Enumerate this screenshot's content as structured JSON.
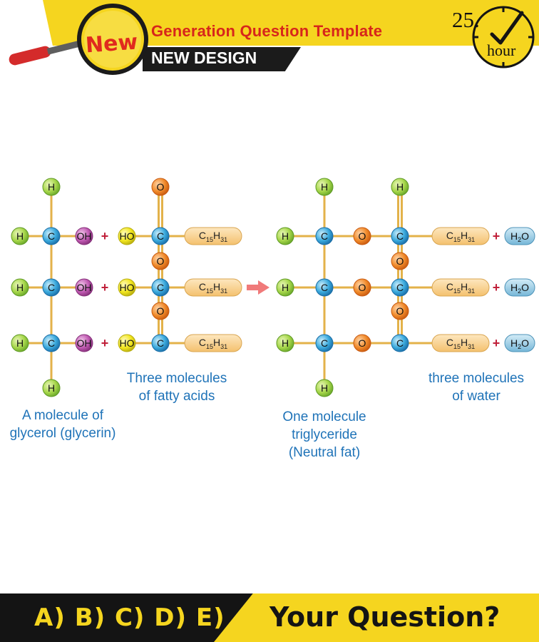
{
  "header": {
    "badge": "New",
    "title": "Generation Question Template",
    "subtitle": "NEW DESIGN",
    "clock_number": "25.",
    "clock_unit": "hour"
  },
  "diagram": {
    "atoms": {
      "H": "H",
      "C": "C",
      "O": "O",
      "OH": "OH",
      "HO": "HO",
      "fatty_chain_main": "C",
      "fatty_chain_sub1": "15",
      "fatty_chain_h": "H",
      "fatty_chain_sub2": "31",
      "water_main": "H",
      "water_sub": "2",
      "water_end": "O"
    },
    "plus_sign": "+",
    "labels": {
      "glycerol": [
        "A molecule of",
        "glycerol (glycerin)"
      ],
      "fatty_acids": [
        "Three molecules",
        "of fatty acids"
      ],
      "triglyceride": [
        "One molecule",
        "triglyceride",
        "(Neutral fat)"
      ],
      "water": [
        "three molecules",
        "of water"
      ]
    },
    "colors": {
      "H": "#8cc63f",
      "C": "#29a3d9",
      "O": "#ef7d22",
      "OH": "#b64aa6",
      "HO": "#f2e61f",
      "chain": "#f8cf8a",
      "water": "#8fc8e3",
      "bond": "#e3b24a",
      "label": "#1f73b8",
      "arrow": "#f07a7a",
      "plus": "#c0203a"
    }
  },
  "footer": {
    "answers": "A) B) C) D) E)",
    "question": "Your Question?"
  }
}
